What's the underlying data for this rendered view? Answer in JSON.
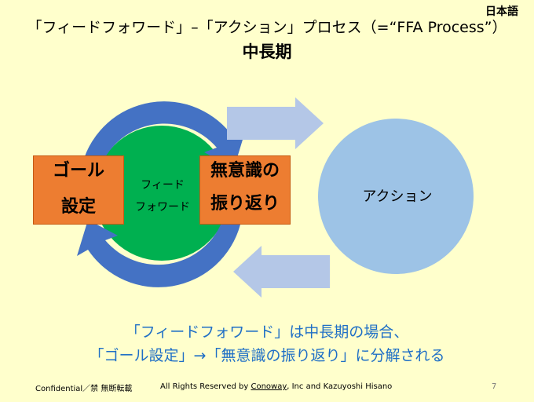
{
  "language_label": "日本語",
  "title": "「フィードフォワード」–「アクション」プロセス（=“FFA Process”）",
  "subtitle": "中長期",
  "diagram": {
    "goal_box": {
      "line1": "ゴール",
      "line2": "設定"
    },
    "feedforward": {
      "line1": "フィード",
      "line2": "フォワード"
    },
    "reflection_box": {
      "line1": "無意識の",
      "line2": "振り返り"
    },
    "action": "アクション"
  },
  "summary": {
    "line1": "「フィードフォワード」は中長期の場合、",
    "line2": "「ゴール設定」→「無意識の振り返り」に分解される"
  },
  "footer": {
    "confidential": "Confidential／禁 無断転載",
    "rights_prefix": "All Rights Reserved by ",
    "company": "Conoway",
    "rights_suffix": ", Inc and Kazuyoshi Hisano",
    "page_number": "7"
  },
  "colors": {
    "background": "#ffffcc",
    "green_circle": "#00b050",
    "blue_ring": "#4472c4",
    "orange_box": "#ed7d31",
    "action_circle": "#9dc3e6",
    "arrow": "#b4c7e7",
    "summary_text": "#1f6fc6"
  }
}
